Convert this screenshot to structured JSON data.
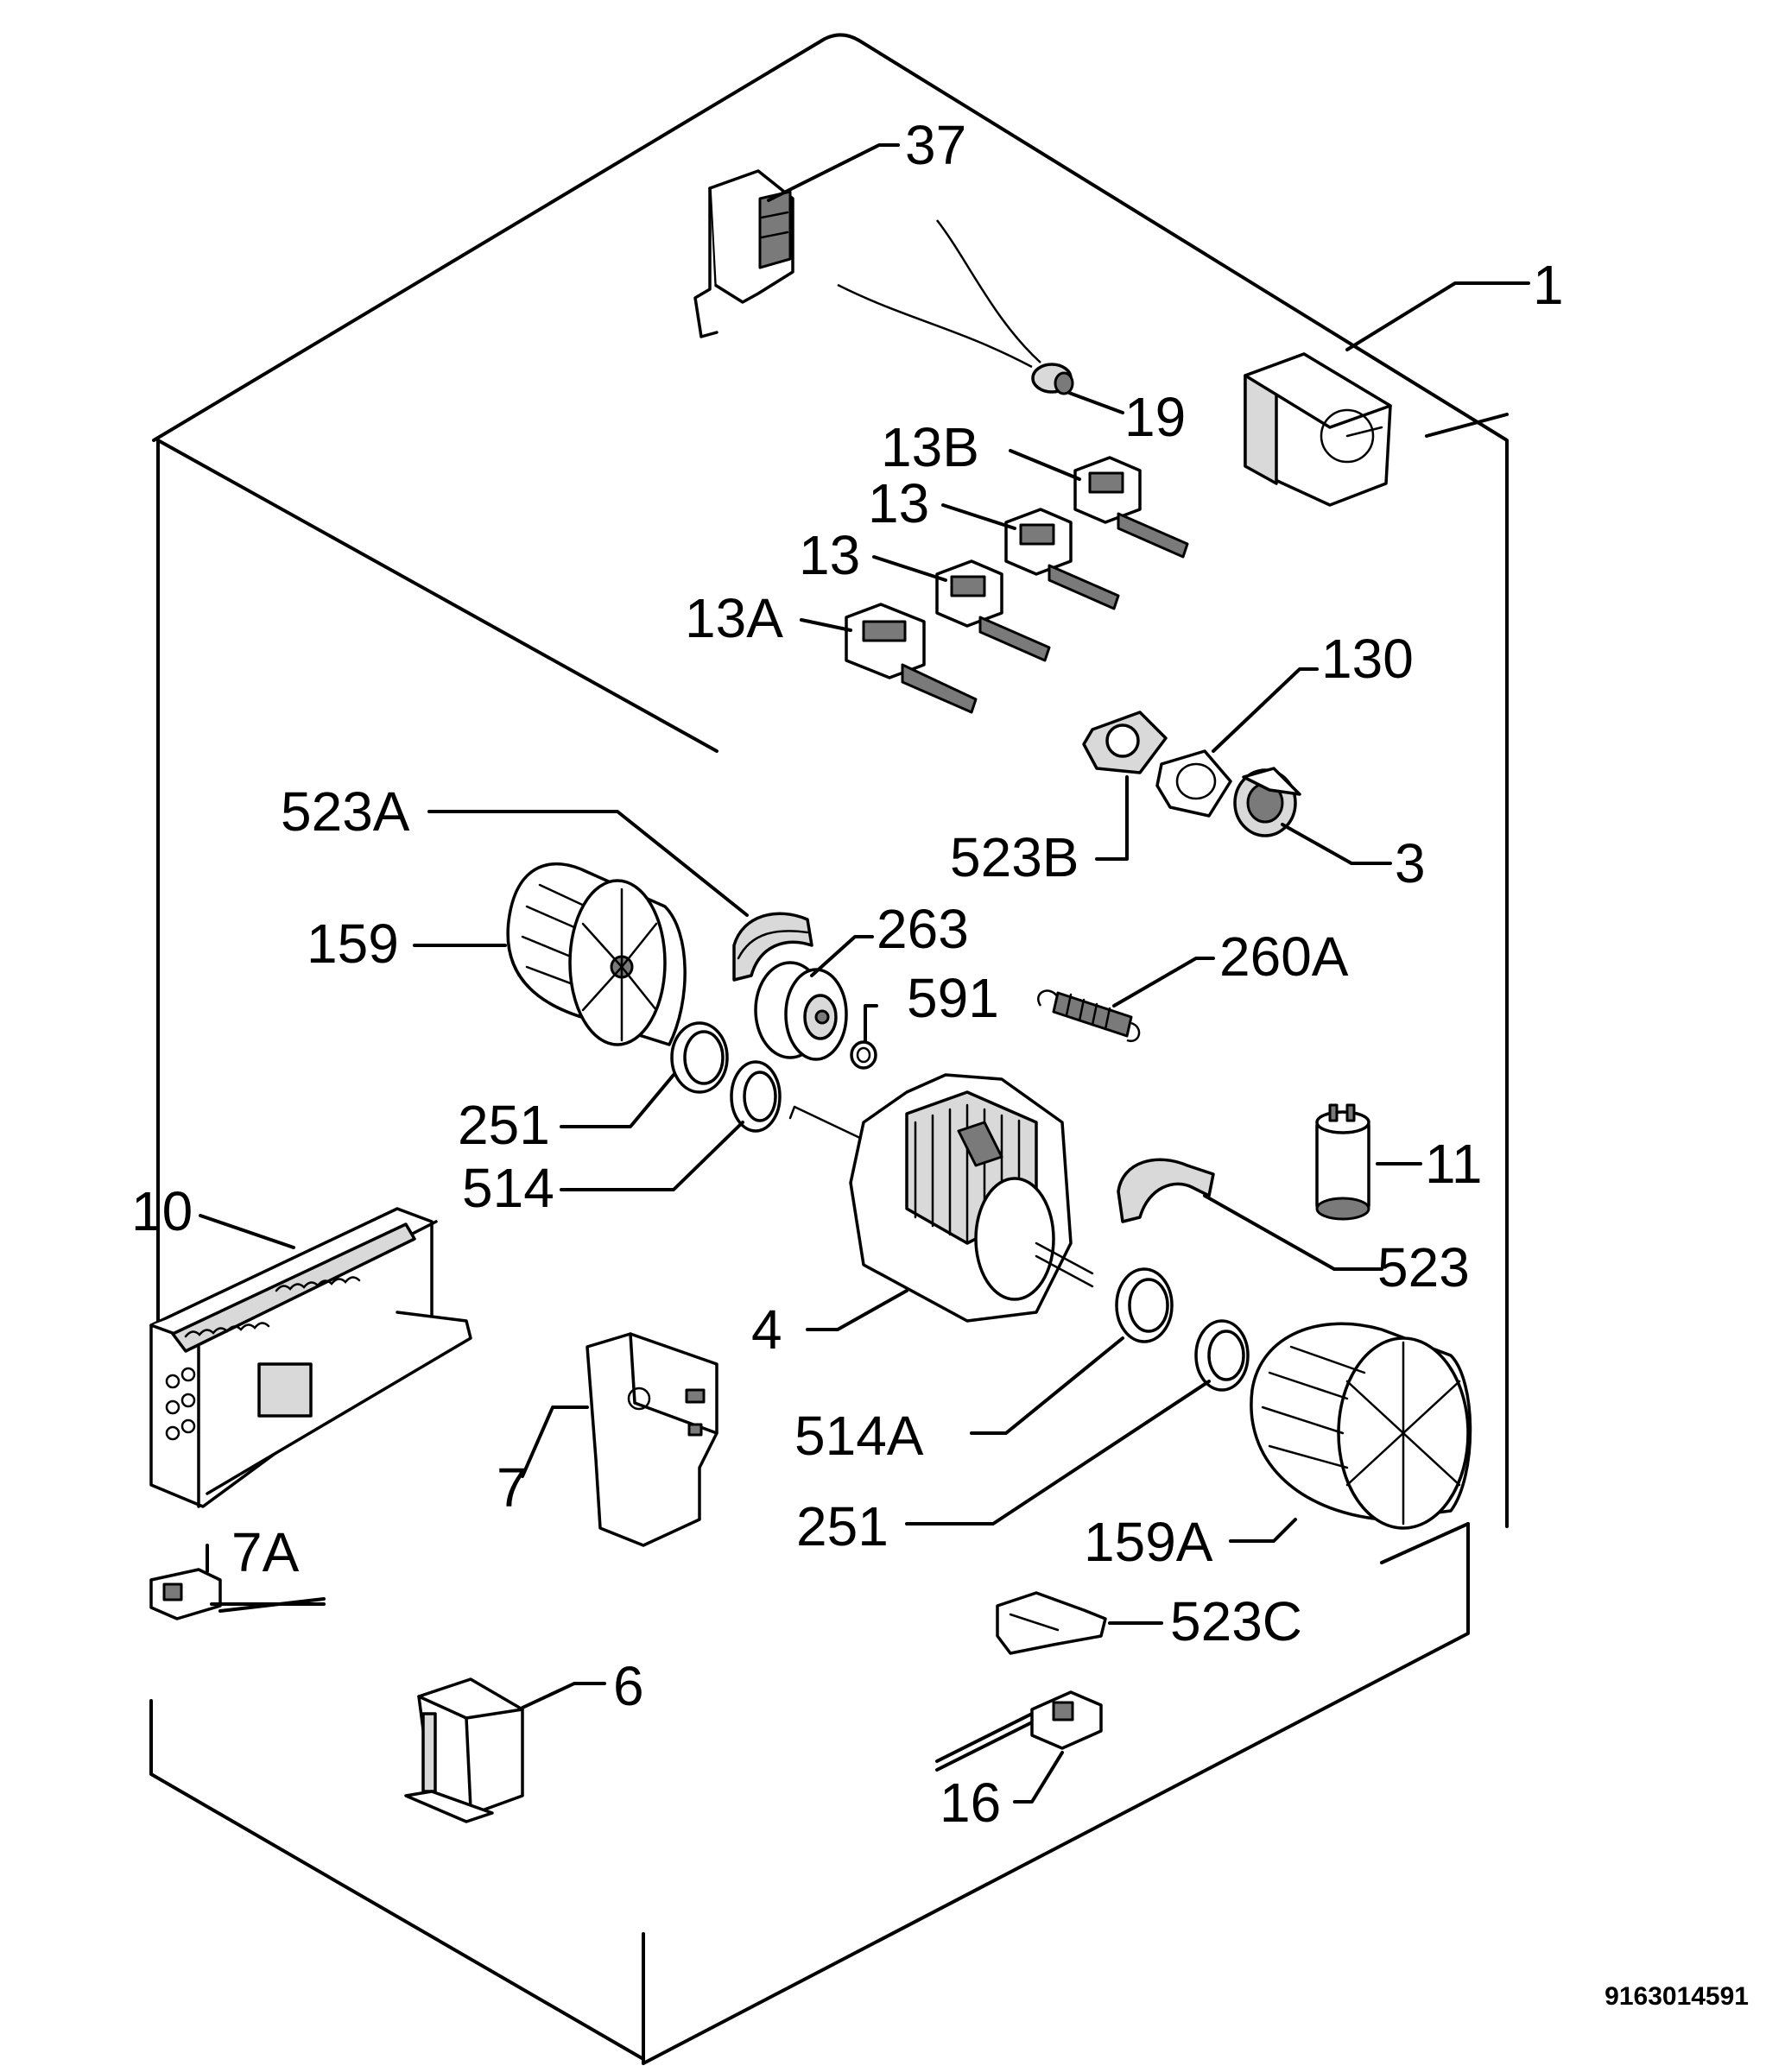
{
  "document_number": "9163014591",
  "parts": {
    "p37": "37",
    "p1": "1",
    "p19": "19",
    "p13B": "13B",
    "p13a": "13",
    "p13b": "13",
    "p13A": "13A",
    "p130": "130",
    "p523A": "523A",
    "p523B": "523B",
    "p3": "3",
    "p159": "159",
    "p263": "263",
    "p260A": "260A",
    "p591": "591",
    "p251a": "251",
    "p514": "514",
    "p11": "11",
    "p10": "10",
    "p523": "523",
    "p4": "4",
    "p514A": "514A",
    "p7": "7",
    "p251b": "251",
    "p159A": "159A",
    "p7A": "7A",
    "p523C": "523C",
    "p6": "6",
    "p16": "16"
  }
}
